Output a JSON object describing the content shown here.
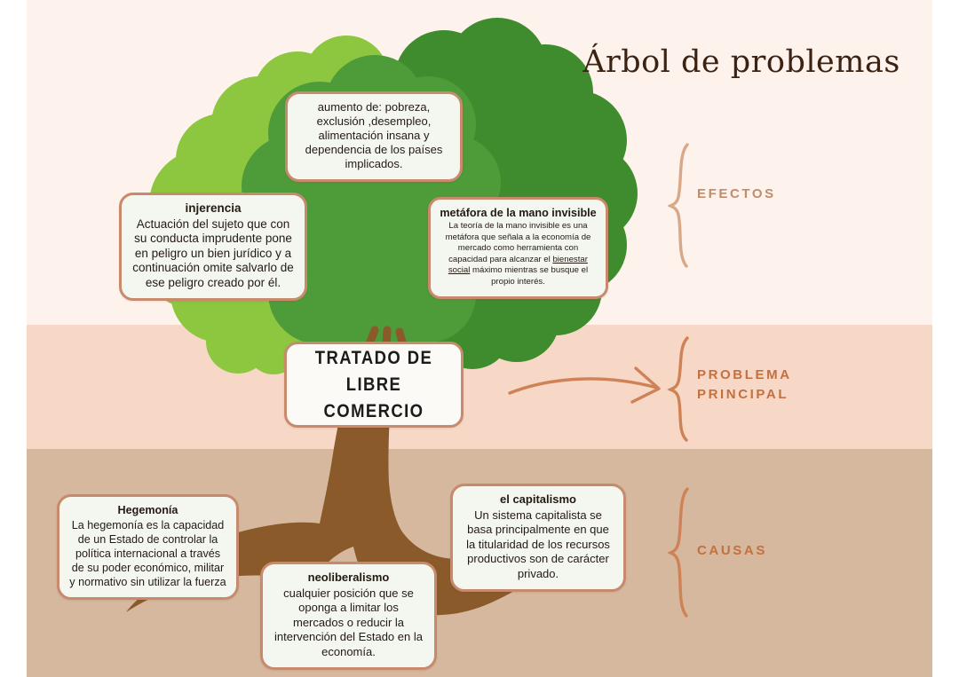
{
  "title": "Árbol de problemas",
  "bands": {
    "effects_color": "#fdf2ec",
    "problem_color": "#f7d7c6",
    "causes_color": "#d6b89e"
  },
  "palette": {
    "note_border": "#c78a6c",
    "note_fill": "#f4f7f0",
    "title_text": "#3b2314",
    "effects_label": "#c08c6c",
    "problem_label": "#c4703f",
    "causes_label": "#c4703f",
    "trunk": "#8b5a2b",
    "leaf_light": "#8cc63f",
    "leaf_mid": "#4e9b3a",
    "leaf_dark": "#3f8c2e"
  },
  "sections": {
    "effects": "EFECTOS",
    "problem": "PROBLEMA\nPRINCIPAL",
    "causes": "CAUSAS"
  },
  "notes": {
    "aumento": {
      "body": "aumento de: pobreza, exclusión ,desempleo, alimentación insana y dependencia de los países implicados."
    },
    "injerencia": {
      "title": "injerencia",
      "body": "Actuación del sujeto que con su conducta imprudente  pone en peligro un bien jurídico y a continuación omite salvarlo de ese peligro creado por él."
    },
    "metafora": {
      "title": "metáfora de la mano invisible",
      "body_before": "La teoría de la mano invisible es una metáfora que señala a la economía de mercado como herramienta con capacidad para alcanzar el ",
      "body_link": "bienestar social",
      "body_after": " máximo mientras se busque el propio interés."
    },
    "principal": {
      "label": "TRATADO DE LIBRE\nCOMERCIO"
    },
    "hegemonia": {
      "title": "Hegemonía",
      "body": "La hegemonía es la capacidad de un Estado de controlar la política internacional a través de su poder económico, militar y normativo sin utilizar la fuerza"
    },
    "neoliberalismo": {
      "title": "neoliberalismo",
      "body": "cualquier posición que se oponga a limitar los mercados o reducir la intervención del Estado en la economía."
    },
    "capitalismo": {
      "title": "el capitalismo",
      "body": "Un sistema capitalista se basa principalmente en que la titularidad de los recursos productivos son de carácter privado."
    }
  }
}
